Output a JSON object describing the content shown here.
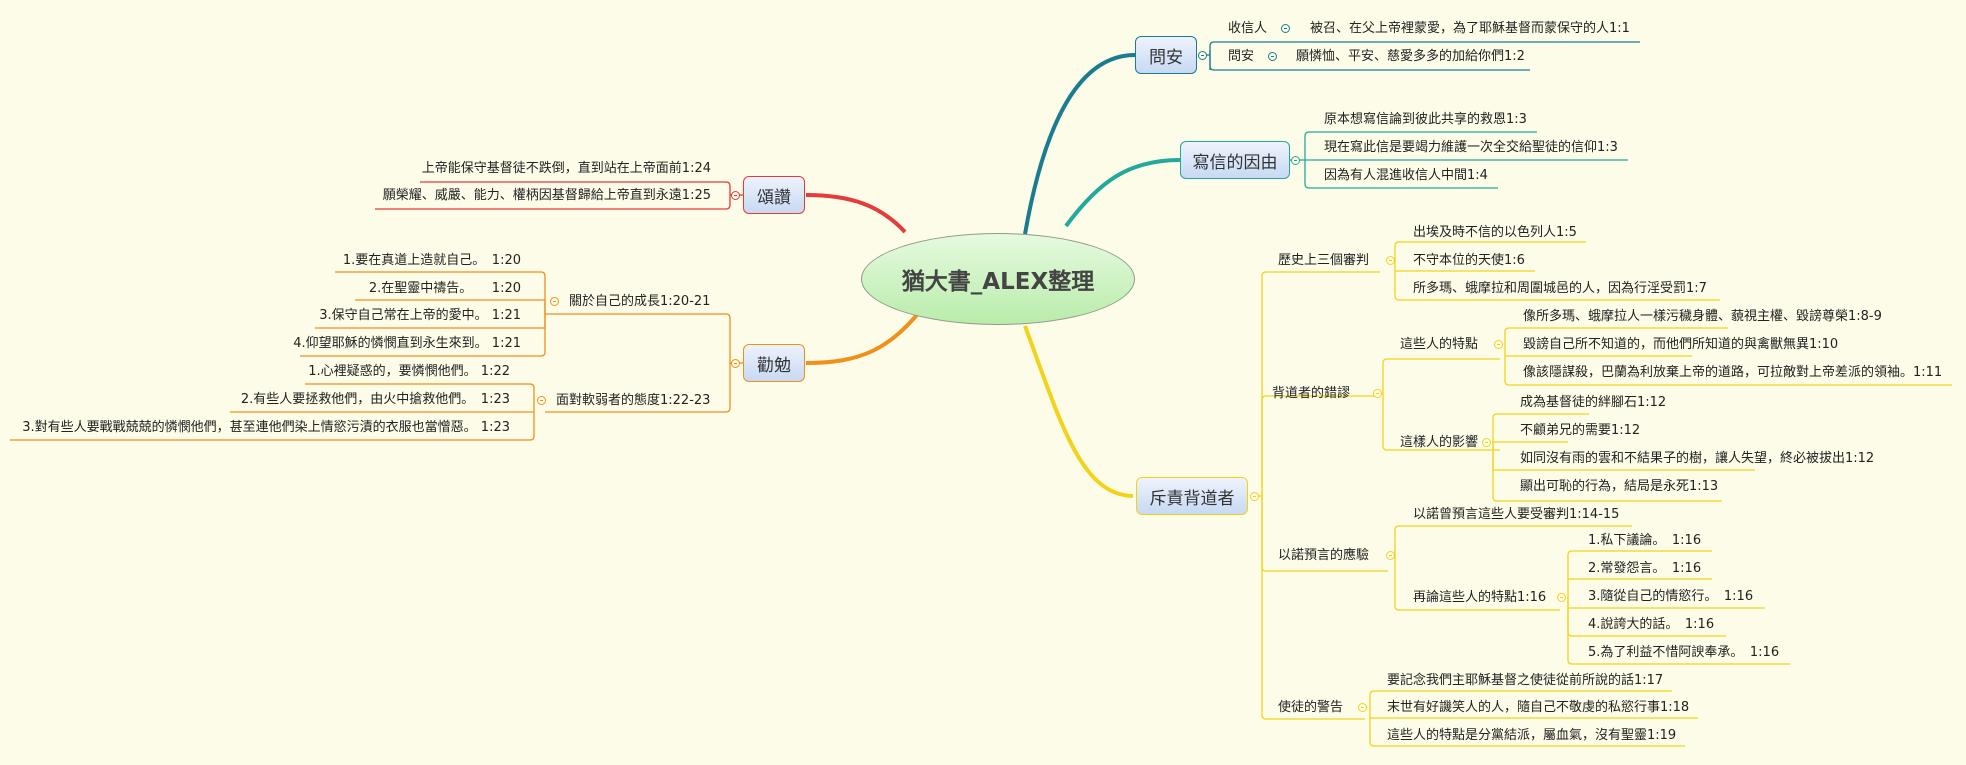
{
  "central": {
    "label": "猶大書_ALEX整理"
  },
  "colors": {
    "background": "#fdfce8",
    "teal": "#1a7d8f",
    "cyan": "#22a99b",
    "red": "#e43b3b",
    "orange": "#f0901a",
    "yellow": "#f3d21a"
  },
  "topics": {
    "greeting": {
      "label": "問安",
      "children": [
        {
          "label": "收信人",
          "child": "被召、在父上帝裡蒙愛，為了耶穌基督而蒙保守的人1:1"
        },
        {
          "label": "問安",
          "child": "願憐恤、平安、慈愛多多的加給你們1:2"
        }
      ]
    },
    "reason": {
      "label": "寫信的因由",
      "children": [
        "原本想寫信論到彼此共享的救恩1:3",
        "現在寫此信是要竭力維護一次全交給聖徒的信仰1:3",
        "因為有人混進收信人中間1:4"
      ]
    },
    "praise": {
      "label": "頌讚",
      "children": [
        "上帝能保守基督徒不跌倒，直到站在上帝面前1:24",
        "願榮耀、威嚴、能力、權柄因基督歸給上帝直到永遠1:25"
      ]
    },
    "exhort": {
      "label": "勸勉",
      "groups": [
        {
          "label": "關於自己的成長1:20-21",
          "items": [
            "1.要在真道上造就自己。　1:20",
            "2.在聖靈中禱告。　　1:20",
            "3.保守自己常在上帝的愛中。 1:21",
            "4.仰望耶穌的憐憫直到永生來到。 1:21"
          ]
        },
        {
          "label": "面對軟弱者的態度1:22-23",
          "items": [
            "1.心裡疑惑的，要憐憫他們。 1:22",
            "2.有些人要拯救他們，由火中搶救他們。　1:23",
            "3.對有些人要戰戰兢兢的憐憫他們，甚至連他們染上情慾污漬的衣服也當憎惡。 1:23"
          ]
        }
      ]
    },
    "rebuke": {
      "label": "斥責背道者",
      "groups": [
        {
          "label": "歷史上三個審判",
          "items": [
            "出埃及時不信的以色列人1:5",
            "不守本位的天使1:6",
            "所多瑪、蛾摩拉和周圍城邑的人，因為行淫受罰1:7"
          ]
        },
        {
          "label": "背道者的錯謬",
          "subgroups": [
            {
              "label": "這些人的特點",
              "items": [
                "像所多瑪、蛾摩拉人一樣污穢身體、藐視主權、毀謗尊榮1:8-9",
                "毀謗自己所不知道的，而他們所知道的與禽獸無異1:10",
                "像該隱謀殺，巴蘭為利放棄上帝的道路，可拉敵對上帝差派的領袖。1:11"
              ]
            },
            {
              "label": "這樣人的影響",
              "items": [
                "成為基督徒的絆腳石1:12",
                "不顧弟兄的需要1:12",
                "如同沒有雨的雲和不結果子的樹，讓人失望，終必被拔出1:12",
                "顯出可恥的行為，結局是永死1:13"
              ]
            }
          ]
        },
        {
          "label": "以諾預言的應驗",
          "item": "以諾曾預言這些人要受審判1:14-15",
          "subgroups": [
            {
              "label": "再論這些人的特點1:16",
              "items": [
                "1.私下議論。　1:16",
                "2.常發怨言。　1:16",
                "3.隨從自己的情慾行。　1:16",
                "4.說誇大的話。　1:16",
                "5.為了利益不惜阿諛奉承。　1:16"
              ]
            }
          ]
        },
        {
          "label": "使徒的警告",
          "items": [
            "要記念我們主耶穌基督之使徒從前所說的話1:17",
            "末世有好譏笑人的人，隨自己不敬虔的私慾行事1:18",
            "這些人的特點是分黨結派，屬血氣，沒有聖靈1:19"
          ]
        }
      ]
    }
  }
}
